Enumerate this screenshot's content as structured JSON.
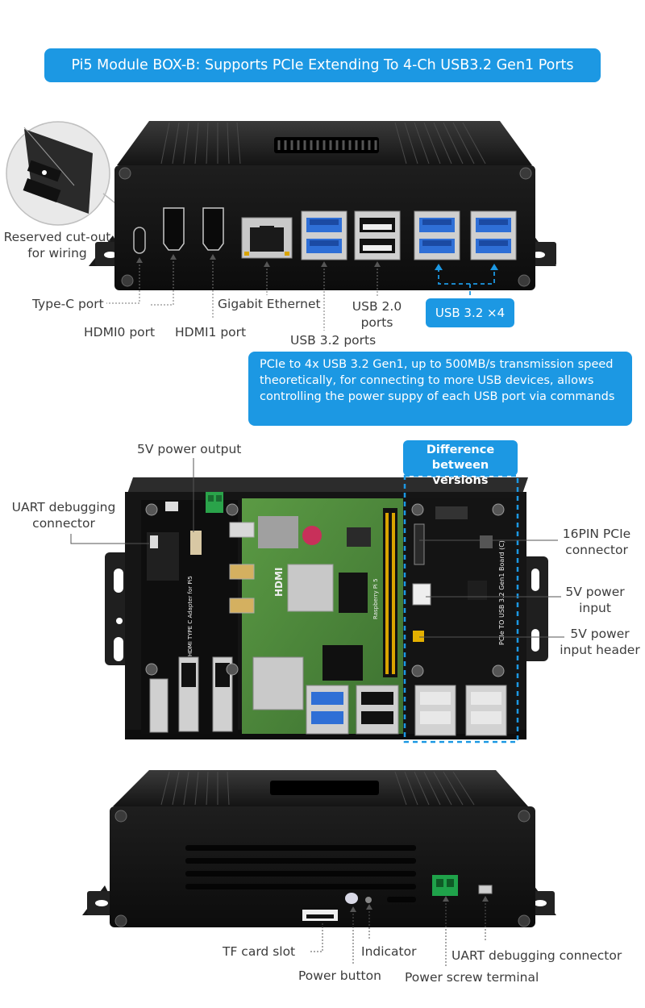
{
  "banner": {
    "title": "Pi5 Module BOX-B: Supports PCIe Extending To 4-Ch USB3.2 Gen1 Ports"
  },
  "front_labels": {
    "reserved_cutout": "Reserved cut-out\nfor wiring",
    "type_c": "Type-C port",
    "hdmi0": "HDMI0 port",
    "hdmi1": "HDMI1 port",
    "ethernet": "Gigabit Ethernet",
    "usb32": "USB 3.2 ports",
    "usb20": "USB 2.0\nports",
    "usb32x4": "USB 3.2 ×4"
  },
  "pcie_description": "PCIe to 4x USB 3.2 Gen1, up to 500MB/s transmission speed theoretically, for connecting to more USB devices, allows controlling the power suppy of each USB port via commands",
  "inside_labels": {
    "power_output": "5V power output",
    "uart_left": "UART debugging\nconnector",
    "difference": "Difference\nbetween versions",
    "pcie_16pin": "16PIN PCIe\nconnector",
    "power_input": "5V power\ninput",
    "power_header": "5V power\ninput header"
  },
  "board_print": {
    "hdmi_adapter": "HDMI TYPE C Adapter for Pi5",
    "pcie_board": "PCIe TO USB 3.2 Gen1 Board (C)",
    "rpi": "Raspberry Pi 5",
    "hdmi": "HDMI"
  },
  "rear_labels": {
    "tf_slot": "TF card slot",
    "indicator": "Indicator",
    "uart_right": "UART debugging connector",
    "power_button": "Power button",
    "power_terminal": "Power screw terminal"
  },
  "colors": {
    "accent": "#1c98e3",
    "case": "#1a1a1a",
    "pcb_green": "#4f8a3a",
    "usb_blue": "#2f6fd6"
  }
}
